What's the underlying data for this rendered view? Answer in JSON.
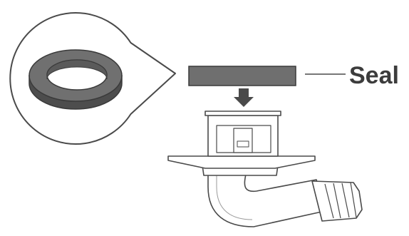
{
  "diagram": {
    "seal_label": "Seal",
    "colors": {
      "background": "#ffffff",
      "outline": "#4a4a4a",
      "seal_fill": "#6f6f6f",
      "arrow_fill": "#4a4a4a",
      "label_text": "#3c3c3c"
    },
    "icons": [
      "seal-ring-zoom",
      "down-arrow",
      "drain-elbow-fitting"
    ]
  }
}
